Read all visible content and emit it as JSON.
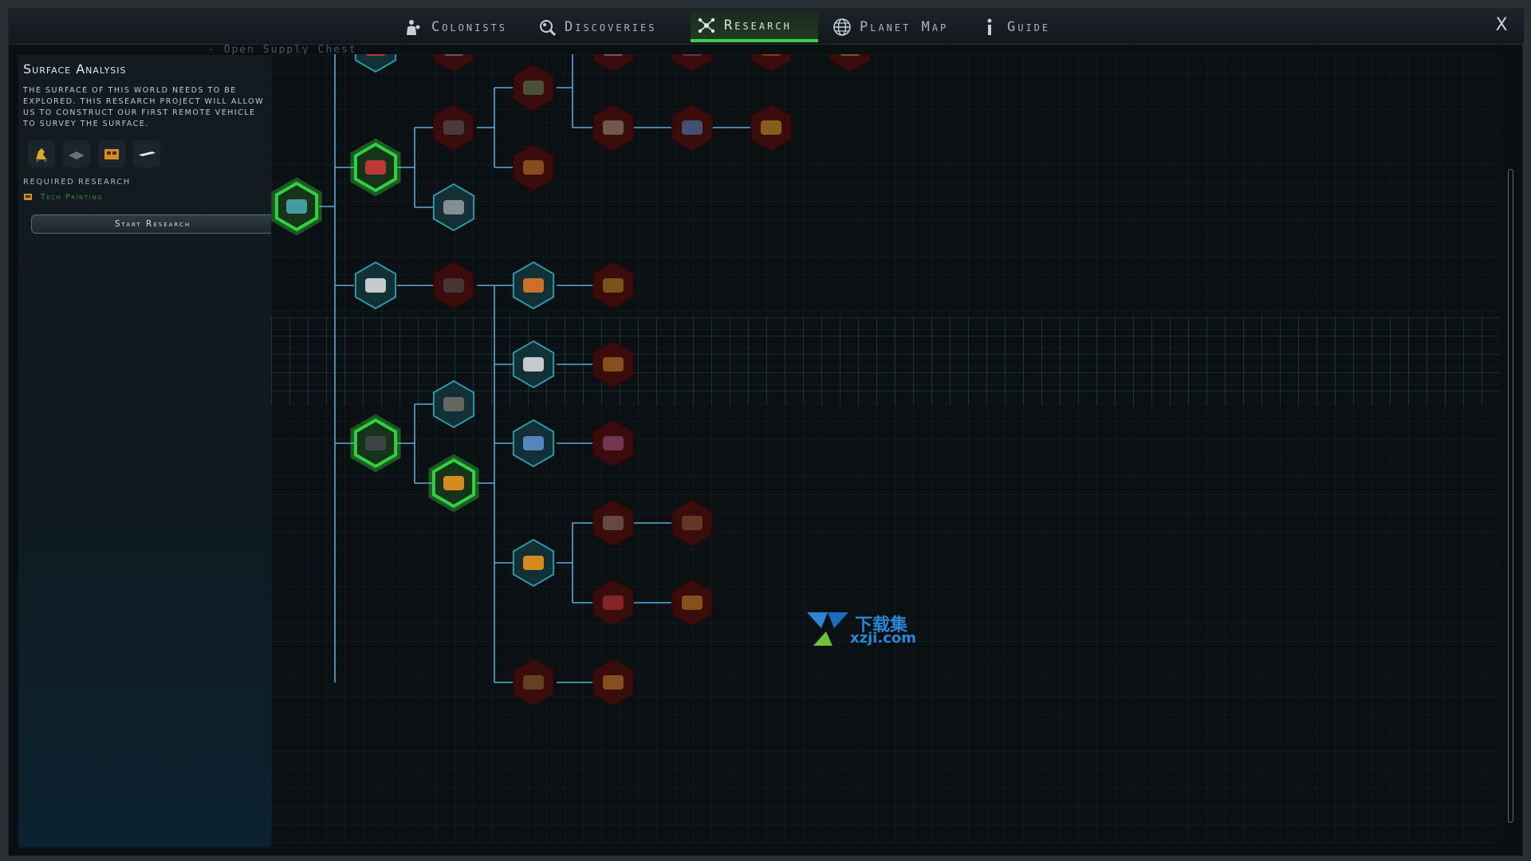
{
  "tabs": [
    {
      "label": "Colonists",
      "icon": "colonists-icon"
    },
    {
      "label": "Discoveries",
      "icon": "discoveries-icon"
    },
    {
      "label": "Research",
      "icon": "research-icon",
      "active": true
    },
    {
      "label": "Planet Map",
      "icon": "globe-icon"
    },
    {
      "label": "Guide",
      "icon": "info-icon"
    }
  ],
  "close_label": "X",
  "background_hint": "- Open Supply Chest",
  "sidebar": {
    "title": "Surface Analysis",
    "description": "The surface of this world needs to be explored. This research project will allow us to construct our first remote vehicle to survey the surface.",
    "unlock_icons": [
      "rover-icon",
      "pad-icon",
      "crate-icon",
      "plate-icon"
    ],
    "required_label": "Required Research",
    "required_item": "Tech Printing",
    "button_label": "Start Research"
  },
  "colors": {
    "accent_green": "#3fcf4a",
    "node_researched": "#2fd13f",
    "node_available": "#2a98a8",
    "node_locked": "#3a0c0c",
    "connector": "#5fa9d8"
  },
  "tree": {
    "node_states": [
      "researched",
      "available",
      "locked"
    ]
  },
  "watermark": {
    "line1": "下载集",
    "line2": "xzji.com"
  }
}
